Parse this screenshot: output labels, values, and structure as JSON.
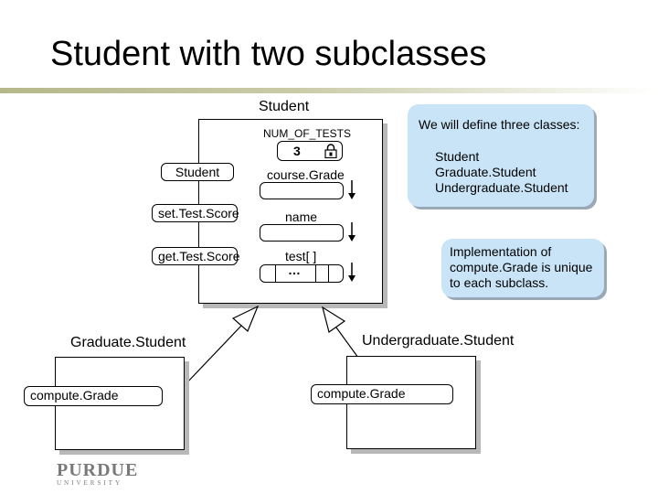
{
  "slide": {
    "title": "Student with two subclasses"
  },
  "student_class": {
    "name": "Student",
    "constant_name": "NUM_OF_TESTS",
    "constant_value": "3",
    "constructor_label": "Student",
    "methods": [
      "set.Test.Score",
      "get.Test.Score"
    ],
    "fields": [
      "course.Grade",
      "name",
      "test[ ]"
    ],
    "array_ellipsis": "…"
  },
  "graduate_class": {
    "name": "Graduate.Student",
    "method": "compute.Grade"
  },
  "undergraduate_class": {
    "name": "Undergraduate.Student",
    "method": "compute.Grade"
  },
  "note_classes": {
    "heading": "We will define three classes:",
    "items": [
      "Student",
      "Graduate.Student",
      "Undergraduate.Student"
    ]
  },
  "note_implementation": {
    "lines": [
      "Implementation of",
      "compute.Grade is unique",
      "to each subclass."
    ]
  },
  "logo": {
    "name": "PURDUE",
    "sub": "UNIVERSITY"
  }
}
